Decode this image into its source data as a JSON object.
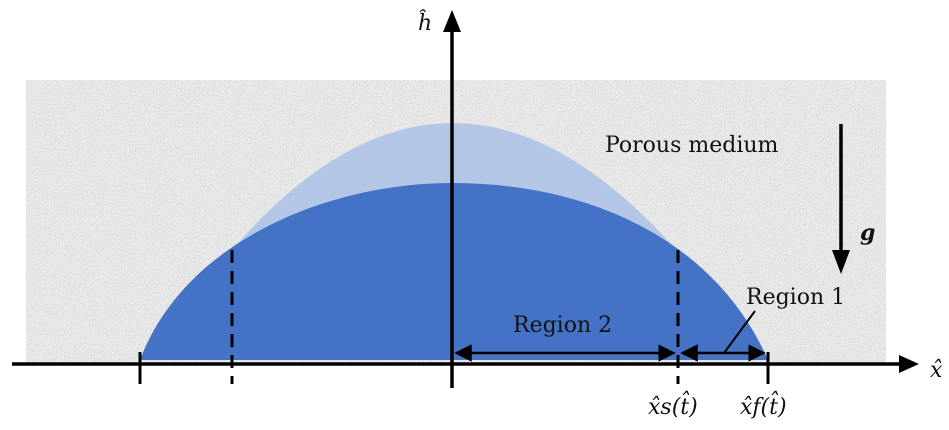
{
  "labels": {
    "h_axis": "ĥ",
    "x_axis": "x̂",
    "porous_medium": "Porous medium",
    "gravity": "g",
    "region_1": "Region 1",
    "region_2": "Region 2",
    "x_s": "x̂s(t̂)",
    "x_f": "x̂f(t̂)"
  },
  "colors": {
    "porous_background": "#ebebeb",
    "light_region": "#b3c6e6",
    "dark_region": "#4472c4",
    "axis": "#000000"
  }
}
